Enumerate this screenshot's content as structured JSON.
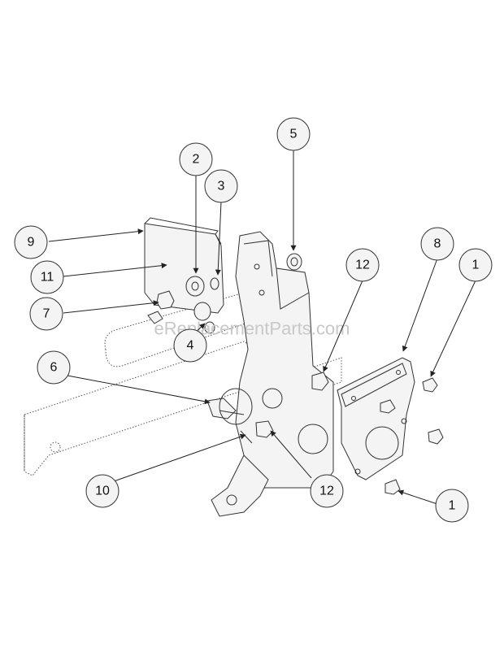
{
  "watermark": "eReplacementParts.com",
  "callouts": [
    {
      "id": "c9",
      "label": "9"
    },
    {
      "id": "c11",
      "label": "11"
    },
    {
      "id": "c7",
      "label": "7"
    },
    {
      "id": "c2",
      "label": "2"
    },
    {
      "id": "c3",
      "label": "3"
    },
    {
      "id": "c4",
      "label": "4"
    },
    {
      "id": "c5",
      "label": "5"
    },
    {
      "id": "c12a",
      "label": "12"
    },
    {
      "id": "c8",
      "label": "8"
    },
    {
      "id": "c1a",
      "label": "1"
    },
    {
      "id": "c6",
      "label": "6"
    },
    {
      "id": "c10",
      "label": "10"
    },
    {
      "id": "c12b",
      "label": "12"
    },
    {
      "id": "c1b",
      "label": "1"
    }
  ]
}
